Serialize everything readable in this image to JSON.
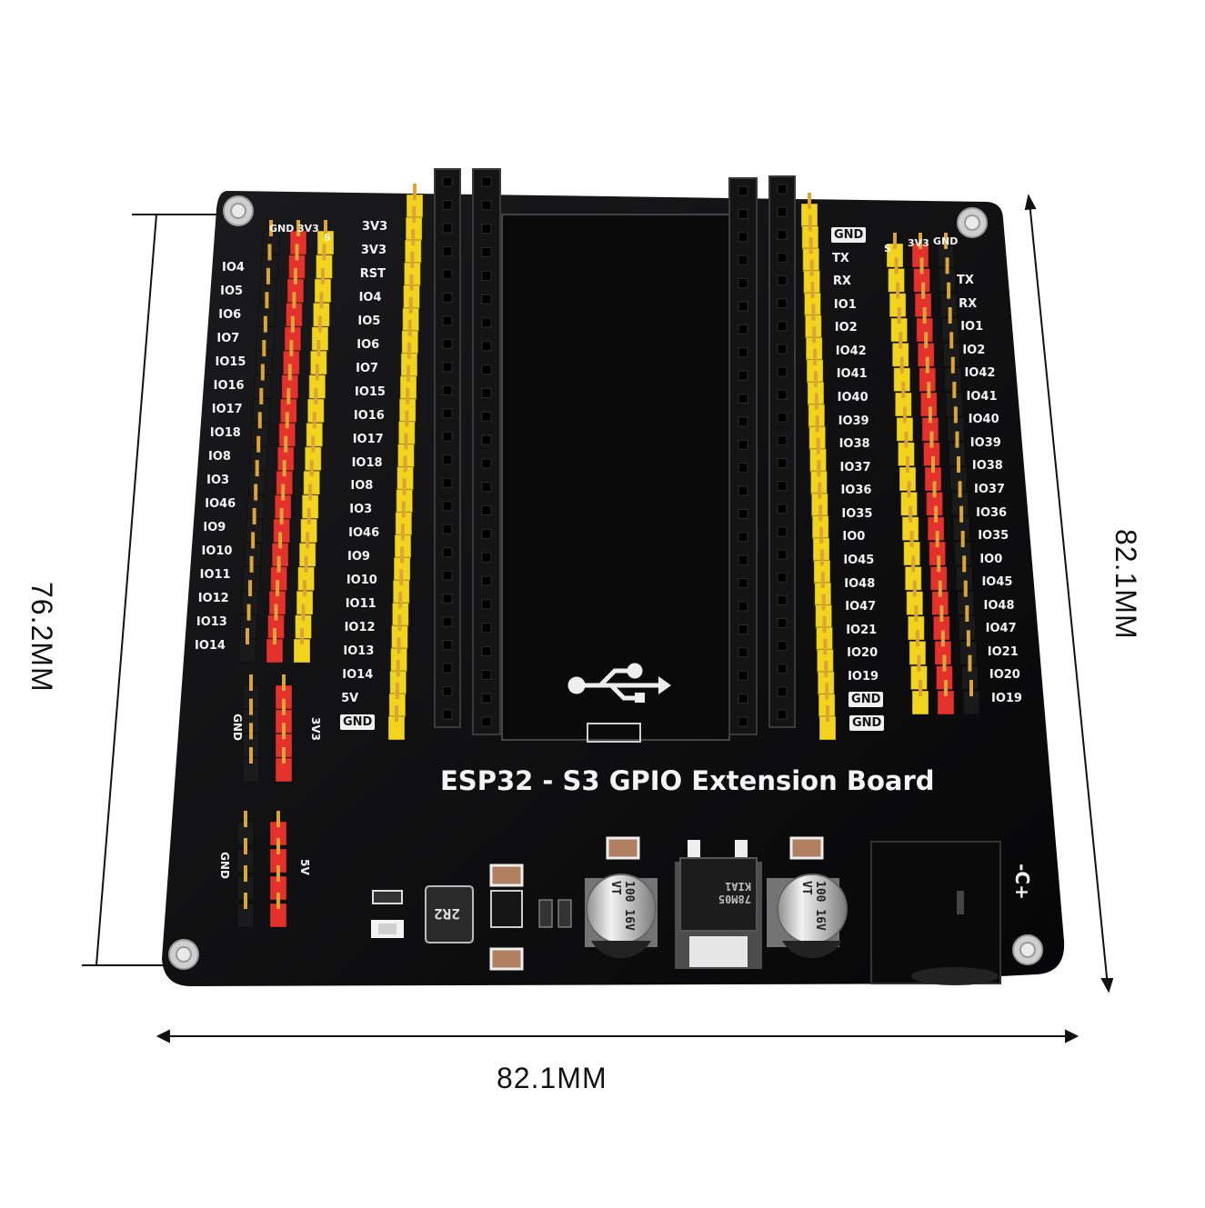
{
  "dimensions": {
    "width_label": "82.1MM",
    "height_left_label": "76.2MM",
    "height_right_label": "82.1MM"
  },
  "board": {
    "title": "ESP32 - S3 GPIO Extension Board",
    "colors": {
      "pcb": "#0d0d0e",
      "pin_gold": "#d9a53a",
      "header_yellow": "#f2d41c",
      "header_red": "#e5312b",
      "header_black": "#1a1a1a"
    },
    "left_outer_labels": [
      "IO4",
      "IO5",
      "IO6",
      "IO7",
      "IO15",
      "IO16",
      "IO17",
      "IO18",
      "IO8",
      "IO3",
      "IO46",
      "IO9",
      "IO10",
      "IO11",
      "IO12",
      "IO13",
      "IO14"
    ],
    "left_inner_labels": [
      "3V3",
      "3V3",
      "RST",
      "IO4",
      "IO5",
      "IO6",
      "IO7",
      "IO15",
      "IO16",
      "IO17",
      "IO18",
      "IO8",
      "IO3",
      "IO46",
      "IO9",
      "IO10",
      "IO11",
      "IO12",
      "IO13",
      "IO14",
      "5V",
      "GND"
    ],
    "right_inner_labels": [
      "GND",
      "TX",
      "RX",
      "IO1",
      "IO2",
      "IO42",
      "IO41",
      "IO40",
      "IO39",
      "IO38",
      "IO37",
      "IO36",
      "IO35",
      "IO0",
      "IO45",
      "IO48",
      "IO47",
      "IO21",
      "IO20",
      "IO19",
      "GND",
      "GND"
    ],
    "right_outer_labels": [
      "TX",
      "RX",
      "IO1",
      "IO2",
      "IO42",
      "IO41",
      "IO40",
      "IO39",
      "IO38",
      "IO37",
      "IO36",
      "IO35",
      "IO0",
      "IO45",
      "IO48",
      "IO47",
      "IO21",
      "IO20",
      "IO19"
    ],
    "left_header_top": [
      "GND",
      "3V3",
      "S"
    ],
    "right_header_top": [
      "S",
      "3V3",
      "GND"
    ],
    "power_header_1": {
      "left": "GND",
      "right": "3V3"
    },
    "power_header_2": {
      "left": "GND",
      "right": "5V"
    },
    "inductor_label": "2R2",
    "capacitor_label": "100 16V VT",
    "regulator_label": "78M05 KIA1",
    "jack_label": "-C+"
  }
}
